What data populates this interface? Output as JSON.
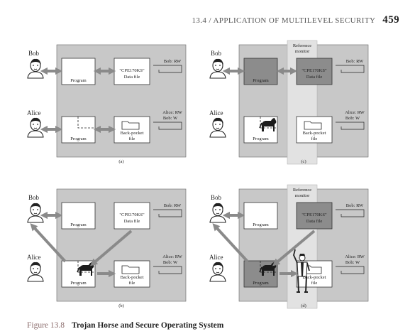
{
  "header": {
    "section": "13.4 / APPLICATION OF MULTILEVEL SECURITY",
    "page_number": "459"
  },
  "figure": {
    "number": "Figure 13.8",
    "title": "Trojan Horse and Secure Operating System",
    "panel_labels": {
      "a": "(a)",
      "b": "(b)",
      "c": "(c)",
      "d": "(d)"
    },
    "users": {
      "bob": "Bob",
      "alice": "Alice"
    },
    "program_label": "Program",
    "data_file_name": "\"CPE170KS\"",
    "data_file_label": "Data file",
    "backpocket_label_1": "Back-pocket",
    "backpocket_label_2": "file",
    "bob_acl": "Bob: RW",
    "alice_acl_1": "Alice: RW",
    "alice_acl_2": "Bob: W",
    "reference_monitor_1": "Reference",
    "reference_monitor_2": "monitor"
  },
  "colors": {
    "panel_bg": "#c8c8c8",
    "dark_box": "#8c8c8c",
    "arrow": "#8a8a8a",
    "monitor_strip": "#e2e2e2"
  }
}
